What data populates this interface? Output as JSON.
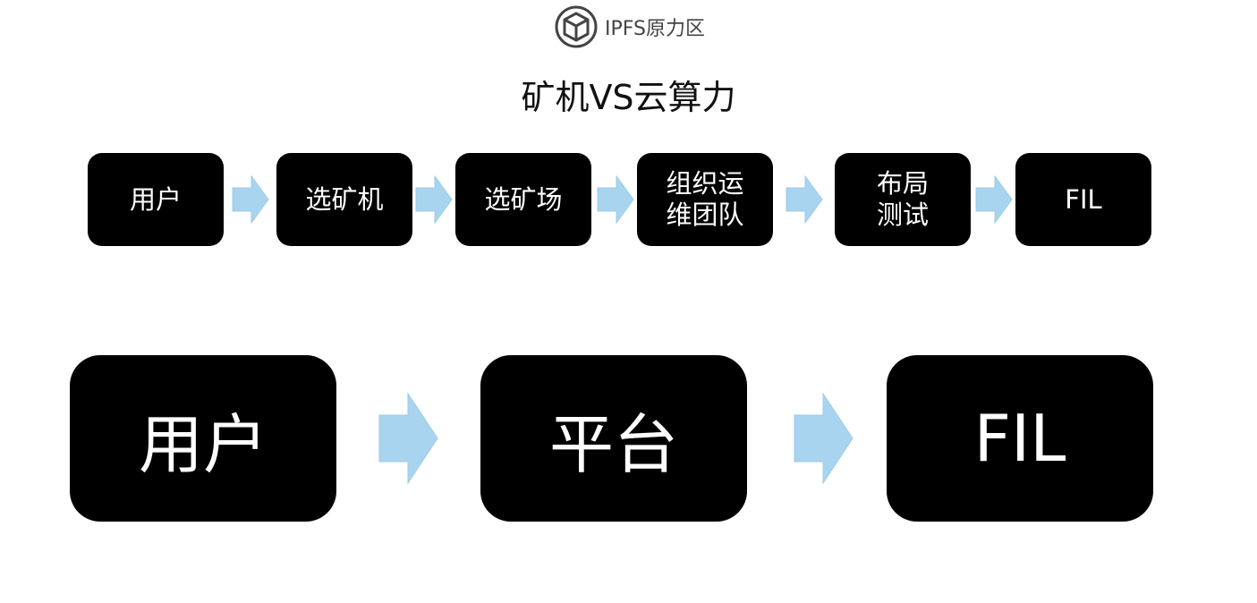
{
  "logo": {
    "icon": "cube-hexagon-icon",
    "text": "IPFS原力区"
  },
  "title": "矿机VS云算力",
  "colors": {
    "box": "#000000",
    "box_text": "#ffffff",
    "arrow_fill": "#a9d4f0",
    "arrow_stroke": "#9ccbe9"
  },
  "flow_top": {
    "steps": [
      {
        "label": "用户"
      },
      {
        "label": "选矿机"
      },
      {
        "label": "选矿场"
      },
      {
        "label": "组织运\n维团队"
      },
      {
        "label": "布局\n测试"
      },
      {
        "label": "FIL"
      }
    ]
  },
  "flow_bottom": {
    "steps": [
      {
        "label": "用户"
      },
      {
        "label": "平台"
      },
      {
        "label": "FIL"
      }
    ]
  }
}
